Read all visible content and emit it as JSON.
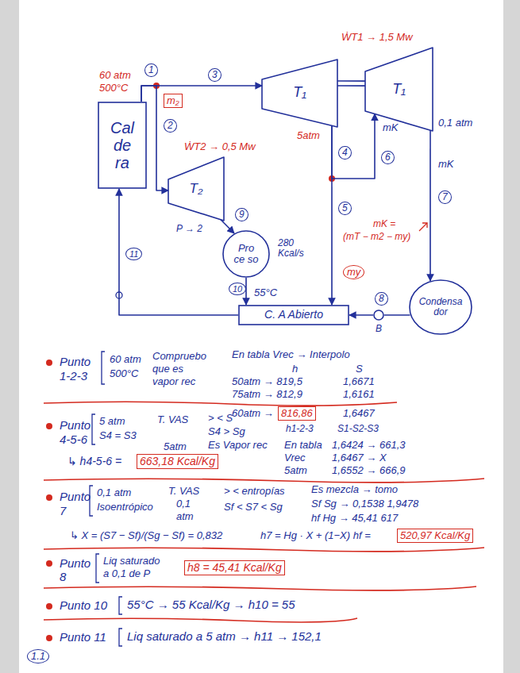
{
  "diagram": {
    "nodes": [
      {
        "text": [
          "Cal de ra"
        ]
      },
      {
        "text": [
          "T₁"
        ]
      },
      {
        "text": [
          "T₁"
        ]
      },
      {
        "text": [
          "T₂"
        ]
      },
      {
        "text": [
          "Pro ce so"
        ]
      },
      {
        "text": [
          "C. A Abierto"
        ]
      },
      {
        "text": [
          "Condensa dor"
        ]
      },
      {
        "text": [
          "B"
        ]
      }
    ],
    "edges": [
      {
        "from": 0,
        "to": 1,
        "arrow": "to"
      },
      {
        "from": 0,
        "to": 3,
        "arrow": "to"
      },
      {
        "from": 1,
        "to": 5,
        "arrow": "to"
      },
      {
        "from": 1,
        "to": 2,
        "arrow": "to"
      },
      {
        "from": 2,
        "to": 6,
        "arrow": "to"
      },
      {
        "from": 3,
        "to": 4,
        "arrow": "to"
      },
      {
        "from": 4,
        "to": 5,
        "arrow": "to"
      },
      {
        "from": 6,
        "to": 7,
        "arrow": "none"
      },
      {
        "from": 7,
        "to": 5,
        "arrow": "to"
      },
      {
        "from": 5,
        "to": 0,
        "arrow": "to"
      },
      {
        "from": 1,
        "to": 2,
        "arrow": "none"
      }
    ],
    "labels": [
      "1",
      "60 atm",
      "500°C",
      "3",
      "m₂",
      "2",
      "ẆT2 → 0,5 Mw",
      "ẆT1 → 1,5 Mw",
      "5atm",
      "4",
      "mK",
      "6",
      "0,1 atm",
      "mK",
      "7",
      "mK =",
      "(mT − m2 − my)",
      "5",
      "my",
      "P → 2",
      "9",
      "280 Kcal/s",
      "10",
      "55°C",
      "11",
      "8",
      "Punto",
      "1-2-3",
      "60 atm",
      "500°C",
      "Compruebo",
      "que es",
      "vapor rec",
      "En tabla Vrec → Interpolo",
      "h",
      "S",
      "50atm → 819,5",
      "1,6671",
      "75atm → 812,9",
      "1,6161",
      "60atm →",
      "816,86",
      "1,6467",
      "h1-2-3",
      "S1-S2-S3",
      "Punto",
      "4-5-6",
      "5 atm",
      "S4 = S3",
      "T. VAS",
      "5atm",
      "> < S",
      "S4 > Sg",
      "Es Vapor rec",
      "En tabla",
      "Vrec",
      "5atm",
      "1,6424 → 661,3",
      "1,6467 → X",
      "1,6552 → 666,9",
      "↳ h4-5-6 =",
      "663,18 Kcal/Kg",
      "Punto",
      "7",
      "0,1 atm",
      "Isoentrópico",
      "T. VAS",
      "0,1",
      "atm",
      "> < entropías",
      "Sf < S7 < Sg",
      "Es mezcla → tomo",
      "Sf Sg → 0,1538 1,9478",
      "hf Hg → 45,41 617",
      "↳ X = (S7 − Sf)/(Sg − Sf) = 0,832",
      "h7 = Hg · X + (1−X) hf =",
      "520,97 Kcal/Kg",
      "Punto",
      "8",
      "Liq saturado",
      "a 0,1 de P",
      "h8 = 45,41 Kcal/Kg",
      "Punto 10",
      "55°C → 55 Kcal/Kg → h10 = 55",
      "Punto 11",
      "Liq saturado a 5 atm → h11 → 152,1",
      "1.1"
    ]
  }
}
